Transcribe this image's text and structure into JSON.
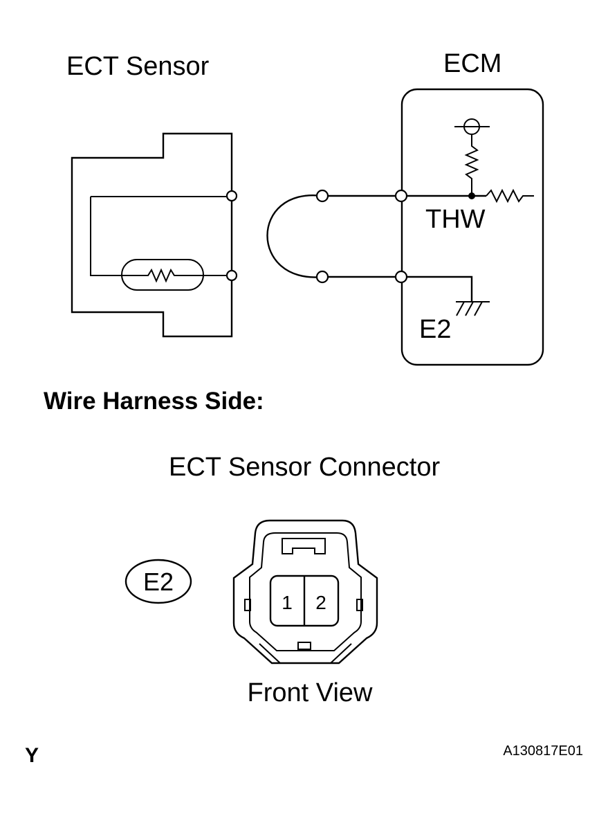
{
  "labels": {
    "ect_sensor": "ECT Sensor",
    "ecm": "ECM",
    "thw": "THW",
    "e2_ground": "E2",
    "section_title": "Wire Harness Side:",
    "connector_title": "ECT Sensor Connector",
    "connector_code": "E2",
    "pin1": "1",
    "pin2": "2",
    "front_view": "Front View",
    "corner_code": "Y",
    "figure_id": "A130817E01"
  }
}
